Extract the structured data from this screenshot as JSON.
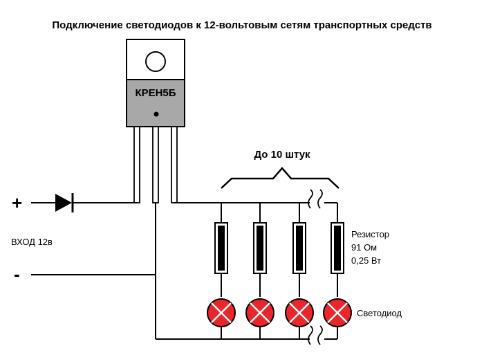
{
  "title": "Подключение светодиодов к 12-вольтовым сетям транспортных средств",
  "regulator": {
    "part": "КРЕН5Б"
  },
  "group_label": "До 10 штук",
  "input": {
    "plus": "+",
    "minus": "-",
    "label": "ВХОД 12в"
  },
  "resistor": {
    "name": "Резистор",
    "value": "91 Ом",
    "power": "0,25 Вт"
  },
  "led_label": "Светодиод",
  "colors": {
    "led": "#e8262b",
    "regulator_body": "#a8a8a8",
    "wire": "#000000"
  }
}
